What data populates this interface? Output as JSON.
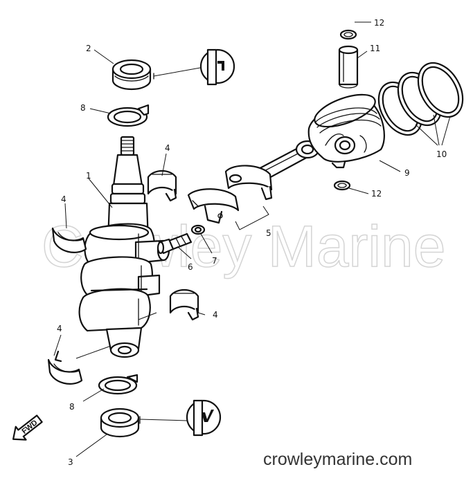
{
  "watermark": "Crowley Marine",
  "site": "crowleymarine.com",
  "fwd_label": "FWD",
  "callouts": [
    "1",
    "2",
    "3",
    "4",
    "4",
    "4",
    "4",
    "5",
    "6",
    "7",
    "8",
    "8",
    "9",
    "10",
    "11",
    "12",
    "12"
  ],
  "icons": [
    "crankshaft-icon",
    "oil-seal-icon",
    "bearing-icon",
    "connecting-rod-icon",
    "bolt-icon",
    "washer-icon",
    "piston-icon",
    "piston-ring-icon",
    "piston-pin-icon",
    "circlip-icon",
    "grease-icon",
    "fwd-arrow-icon"
  ]
}
